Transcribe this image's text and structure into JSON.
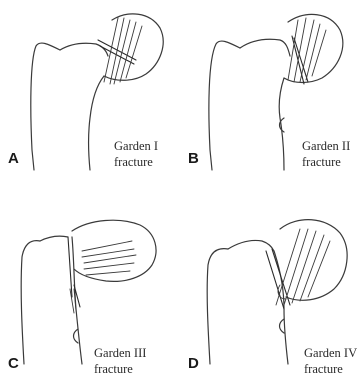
{
  "panels": [
    {
      "letter": "A",
      "caption_line1": "Garden I",
      "caption_line2": "fracture"
    },
    {
      "letter": "B",
      "caption_line1": "Garden II",
      "caption_line2": "fracture"
    },
    {
      "letter": "C",
      "caption_line1": "Garden III",
      "caption_line2": "fracture"
    },
    {
      "letter": "D",
      "caption_line1": "Garden IV",
      "caption_line2": "fracture"
    }
  ]
}
